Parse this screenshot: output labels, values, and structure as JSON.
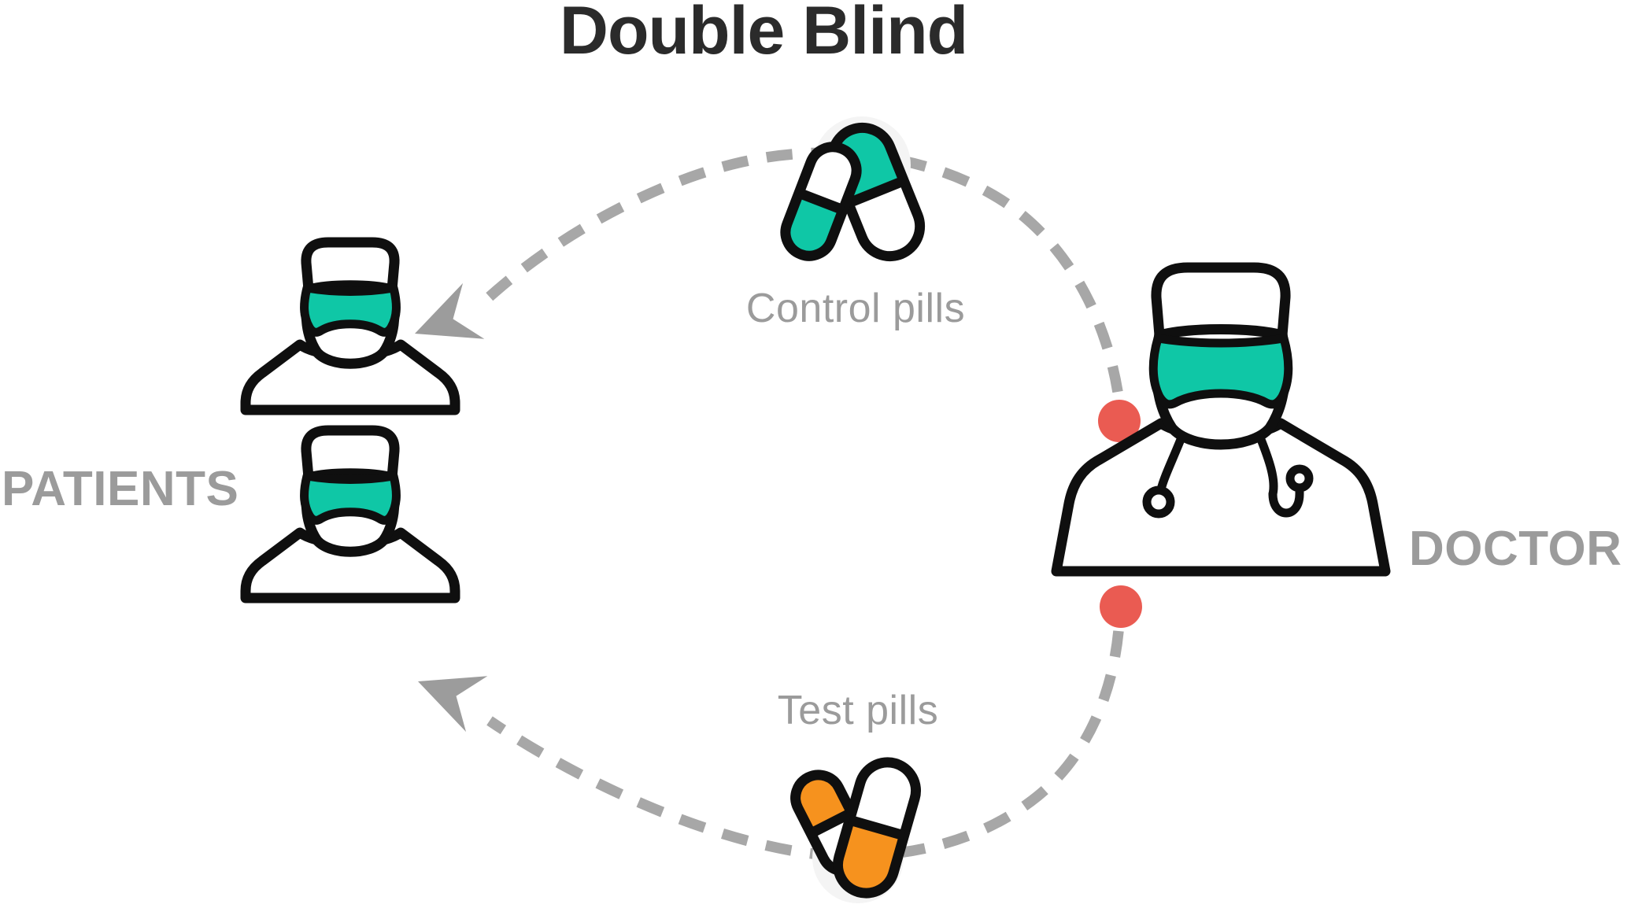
{
  "title": "Double Blind",
  "figures": {
    "patients": {
      "label": "PATIENTS",
      "count": 2
    },
    "doctor": {
      "label": "DOCTOR",
      "count": 1
    }
  },
  "flows": {
    "control": {
      "label": "Control pills",
      "from": "DOCTOR",
      "to": "PATIENTS"
    },
    "test": {
      "label": "Test pills",
      "from": "DOCTOR",
      "to": "PATIENTS"
    }
  },
  "icons": {
    "patient": "blindfolded-patient-icon",
    "doctor": "blindfolded-doctor-icon",
    "control_pills": "control-pills-icon",
    "test_pills": "test-pills-icon",
    "arrow": "dashed-arrow-icon",
    "dot": "red-dot-marker"
  },
  "colors": {
    "teal": "#0FC7A6",
    "orange": "#F6921E",
    "red": "#EA5B52",
    "label_gray": "#9B9B9B",
    "dash_gray": "#A7A7A7",
    "arrow_gray": "#9C9C9C",
    "ink": "#0F0F0F",
    "title_ink": "#2B2B2B",
    "pill_bg": "#F4F4F4"
  }
}
